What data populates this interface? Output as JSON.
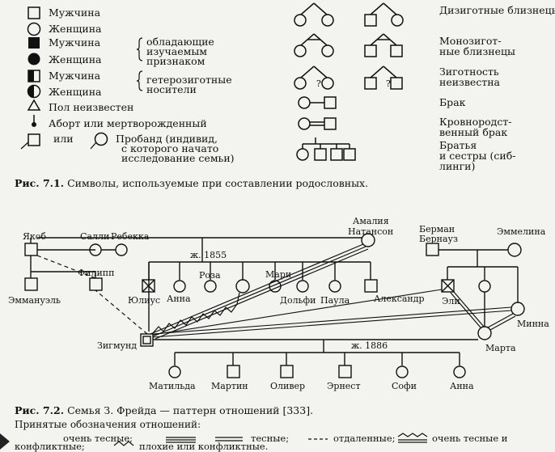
{
  "legend_left": {
    "male": "Мужчина",
    "female": "Женщина",
    "affected_male": "Мужчина",
    "affected_female": "Женщина",
    "affected_brace": [
      "обладающие",
      "изучаемым",
      "признаком"
    ],
    "carrier_male": "Мужчина",
    "carrier_female": "Женщина",
    "carrier_brace": [
      "гетерозиготные",
      "носители"
    ],
    "unknown_sex": "Пол неизвестен",
    "abortion": "Аборт или мертворожденный",
    "or_word": "или",
    "proband": [
      "Пробанд (индивид,",
      "с которого начато",
      "исследование семьи)"
    ]
  },
  "legend_right": {
    "dizygotic": "Дизиготные близнецы",
    "monozygotic": [
      "Монозигот-",
      "ные близнецы"
    ],
    "zygosity_unknown": [
      "Зиготность",
      "неизвестна"
    ],
    "question_mark": "?",
    "marriage": "Брак",
    "consanguineous": [
      "Кровнородст-",
      "венный брак"
    ],
    "siblings": [
      "Братья",
      "и сестры (сиб-",
      "линги)"
    ]
  },
  "caption1": {
    "label": "Рис. 7.1.",
    "text": "Символы, используемые при составлении родословных."
  },
  "pedigree": {
    "names": {
      "yakob": "Якоб",
      "salli": "Салли",
      "rebekka": "Ребекка",
      "amaliya": [
        "Амалия",
        "Натансон"
      ],
      "berman": [
        "Берман",
        "Бернауз"
      ],
      "emmelina": "Эммелина",
      "emmanuel": "Эммануэль",
      "filipp": "Филипп",
      "yulius": "Юлиус",
      "anna1": "Анна",
      "roza": "Роза",
      "mari": "Мари",
      "dolfi": "Дольфи",
      "paula": "Паула",
      "aleksandr": "Александр",
      "eli": "Эли",
      "minna": "Минна",
      "marta": "Марта",
      "zigmund": "Зигмунд",
      "matilda": "Матильда",
      "martin": "Мартин",
      "oliver": "Оливер",
      "ernest": "Эрнест",
      "sofi": "Софи",
      "anna2": "Анна"
    },
    "year1": "ж. 1855",
    "year2": "ж. 1886"
  },
  "caption2": {
    "label": "Рис. 7.2.",
    "text": "Семья З. Фрейда — паттерн отношений [333]."
  },
  "notation": {
    "title": "Принятые обозначения отношений:",
    "items": [
      "очень тесные;",
      "тесные;",
      "отдаленные;",
      "очень тесные и",
      "конфликтные;",
      "плохие или конфликтные."
    ]
  }
}
